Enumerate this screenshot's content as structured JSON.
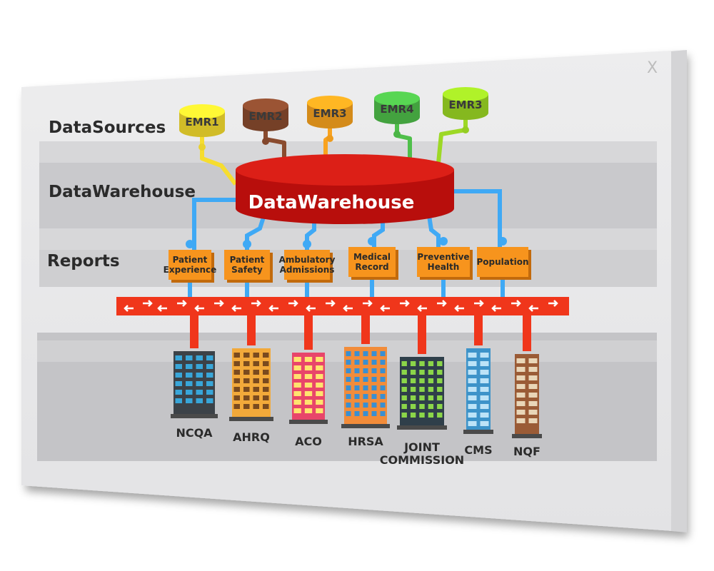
{
  "close_label": "X",
  "lanes": {
    "datasources": "DataSources",
    "datawarehouse": "DataWarehouse",
    "reports": "Reports"
  },
  "sources": [
    {
      "label": "EMR1",
      "color": "#f6dd2f"
    },
    {
      "label": "EMR2",
      "color": "#8a4b2e"
    },
    {
      "label": "EMR3",
      "color": "#f9a31f"
    },
    {
      "label": "EMR4",
      "color": "#4fbf4a"
    },
    {
      "label": "EMR3",
      "color": "#9dd825"
    }
  ],
  "warehouse": {
    "label": "DataWarehouse",
    "color": "#c8100e"
  },
  "reports": [
    {
      "lines": [
        "Patient",
        "Experience"
      ]
    },
    {
      "lines": [
        "Patient",
        "Safety"
      ]
    },
    {
      "lines": [
        "Ambulatory",
        "Admissions"
      ]
    },
    {
      "lines": [
        "Medical",
        "Record"
      ]
    },
    {
      "lines": [
        "Preventive",
        "Health"
      ]
    },
    {
      "lines": [
        "Population"
      ]
    }
  ],
  "organizations": [
    {
      "lines": [
        "NCQA"
      ]
    },
    {
      "lines": [
        "AHRQ"
      ]
    },
    {
      "lines": [
        "ACO"
      ]
    },
    {
      "lines": [
        "HRSA"
      ]
    },
    {
      "lines": [
        "JOINT",
        "COMMISSION"
      ]
    },
    {
      "lines": [
        "CMS"
      ]
    },
    {
      "lines": [
        "NQF"
      ]
    }
  ],
  "colors": {
    "bus": "#f0361b",
    "report_box": "#f7941d",
    "flow_line": "#3fa9f5",
    "lane_band": "#c9c9cc",
    "panel": "#e8e8ea"
  }
}
